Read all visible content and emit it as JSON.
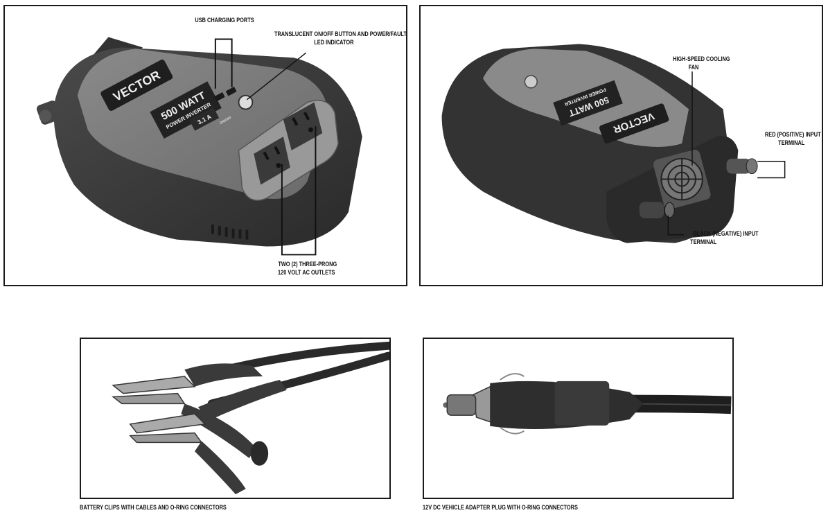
{
  "figure1": {
    "callouts": {
      "usb_ports": "USB CHARGING PORTS",
      "button_line1": "TRANSLUCENT ON/OFF BUTTON AND POWER/FAULT",
      "button_line2": "LED INDICATOR",
      "outlets_line1": "TWO (2) THREE-PRONG",
      "outlets_line2": "120 VOLT AC OUTLETS"
    },
    "product": {
      "brand": "VECTOR",
      "wattage": "500 WATT",
      "subtitle": "POWER INVERTER",
      "usb_rating": "3.1 A",
      "button_label": "ON/OFF"
    }
  },
  "figure2": {
    "callouts": {
      "fan_line1": "HIGH-SPEED COOLING",
      "fan_line2": "FAN",
      "red_line1": "RED (POSITIVE) INPUT",
      "red_line2": "TERMINAL",
      "black_line1": "BLACK (NEGATIVE) INPUT",
      "black_line2": "TERMINAL"
    }
  },
  "figure3": {
    "caption": "BATTERY CLIPS WITH CABLES AND O-RING CONNECTORS"
  },
  "figure4": {
    "caption": "12V DC VEHICLE ADAPTER PLUG WITH O-RING CONNECTORS"
  }
}
